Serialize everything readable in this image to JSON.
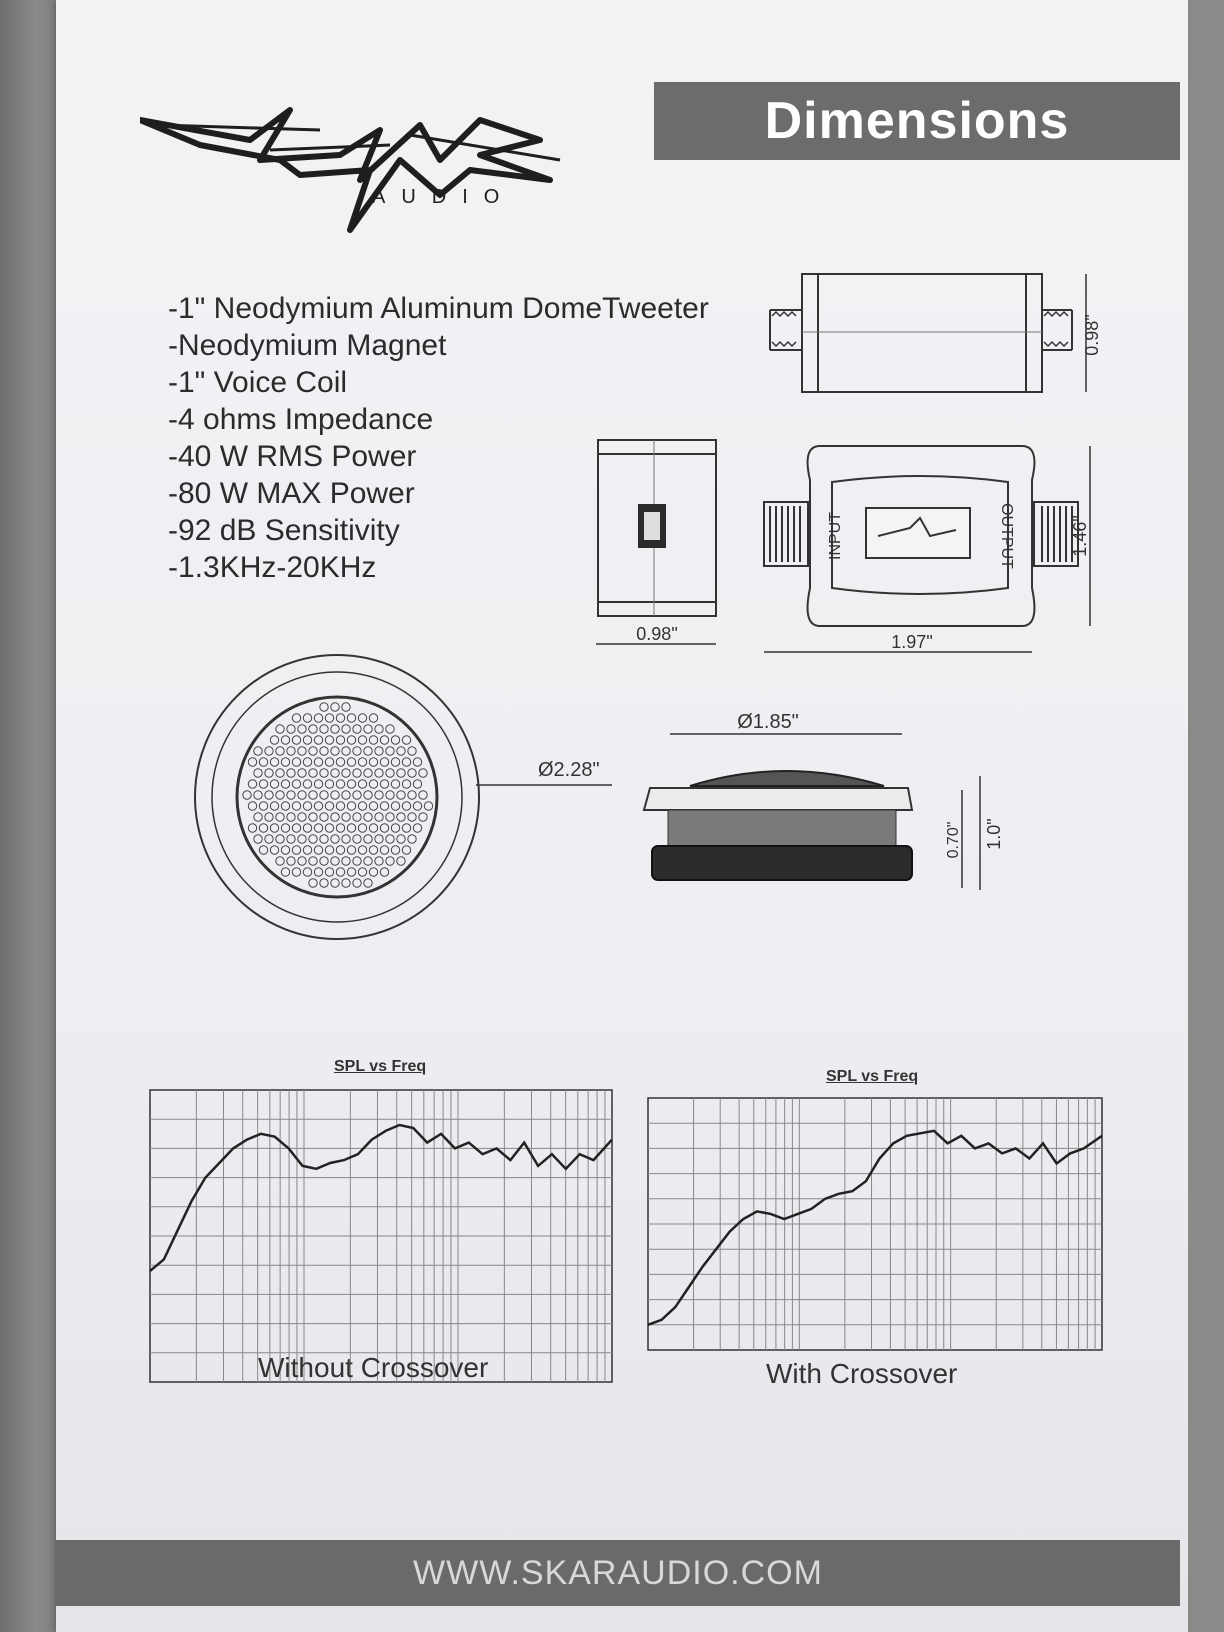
{
  "header": {
    "title": "Dimensions"
  },
  "logo": {
    "wordmark": "SKAR",
    "subtitle": "AUDIO"
  },
  "specs": [
    "-1\" Neodymium Aluminum DomeTweeter",
    "-Neodymium Magnet",
    "-1\" Voice Coil",
    "-4 ohms Impedance",
    "-40 W RMS Power",
    "-80 W MAX Power",
    "-92 dB Sensitivity",
    "-1.3KHz-20KHz"
  ],
  "dimensions": {
    "crossover_height": "0.98\"",
    "crossover_depth": "1.46\"",
    "crossover_width": "1.97\"",
    "side_width": "0.98\"",
    "input_label": "INPUT",
    "output_label": "OUTPUT",
    "tweeter_outer_diameter": "Ø2.28\"",
    "tweeter_dome_diameter": "Ø1.85\"",
    "tweeter_height": "1.0\"",
    "tweeter_mount_depth": "0.70\""
  },
  "chart_data": [
    {
      "type": "line",
      "title": "SPL vs Freq",
      "caption": "Without Crossover",
      "x": [
        0,
        0.03,
        0.06,
        0.09,
        0.12,
        0.15,
        0.18,
        0.21,
        0.24,
        0.27,
        0.3,
        0.33,
        0.36,
        0.39,
        0.42,
        0.45,
        0.48,
        0.51,
        0.54,
        0.57,
        0.6,
        0.63,
        0.66,
        0.69,
        0.72,
        0.75,
        0.78,
        0.81,
        0.84,
        0.87,
        0.9,
        0.93,
        0.96,
        1.0
      ],
      "values": [
        0.38,
        0.42,
        0.52,
        0.62,
        0.7,
        0.75,
        0.8,
        0.83,
        0.85,
        0.84,
        0.8,
        0.74,
        0.73,
        0.75,
        0.76,
        0.78,
        0.83,
        0.86,
        0.88,
        0.87,
        0.82,
        0.85,
        0.8,
        0.82,
        0.78,
        0.8,
        0.76,
        0.82,
        0.74,
        0.78,
        0.73,
        0.78,
        0.76,
        0.83
      ],
      "grid": true,
      "xscale": "log"
    },
    {
      "type": "line",
      "title": "SPL vs Freq",
      "caption": "With Crossover",
      "x": [
        0,
        0.03,
        0.06,
        0.09,
        0.12,
        0.15,
        0.18,
        0.21,
        0.24,
        0.27,
        0.3,
        0.33,
        0.36,
        0.39,
        0.42,
        0.45,
        0.48,
        0.51,
        0.54,
        0.57,
        0.6,
        0.63,
        0.66,
        0.69,
        0.72,
        0.75,
        0.78,
        0.81,
        0.84,
        0.87,
        0.9,
        0.93,
        0.96,
        1.0
      ],
      "values": [
        0.1,
        0.12,
        0.17,
        0.25,
        0.33,
        0.4,
        0.47,
        0.52,
        0.55,
        0.54,
        0.52,
        0.54,
        0.56,
        0.6,
        0.62,
        0.63,
        0.67,
        0.76,
        0.82,
        0.85,
        0.86,
        0.87,
        0.82,
        0.85,
        0.8,
        0.82,
        0.78,
        0.8,
        0.76,
        0.82,
        0.74,
        0.78,
        0.8,
        0.85
      ],
      "grid": true,
      "xscale": "log"
    }
  ],
  "footer": {
    "url": "WWW.SKARAUDIO.COM"
  }
}
